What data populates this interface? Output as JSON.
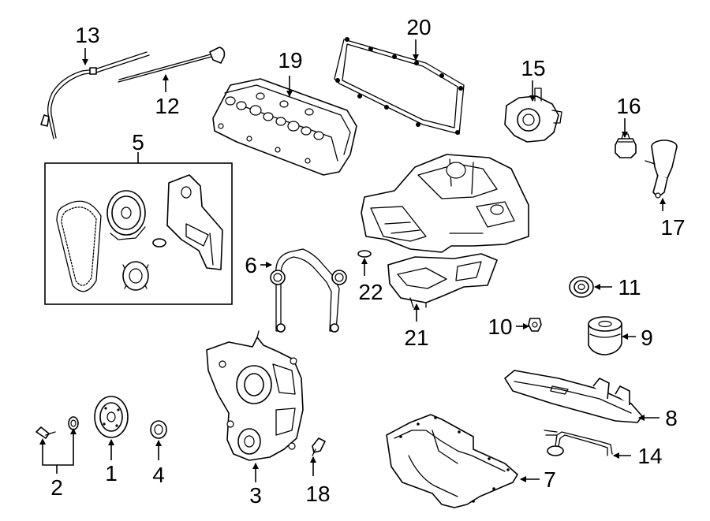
{
  "diagram": {
    "callouts": [
      {
        "id": "1",
        "text": "1"
      },
      {
        "id": "2",
        "text": "2"
      },
      {
        "id": "3",
        "text": "3"
      },
      {
        "id": "4",
        "text": "4"
      },
      {
        "id": "5",
        "text": "5"
      },
      {
        "id": "6",
        "text": "6"
      },
      {
        "id": "7",
        "text": "7"
      },
      {
        "id": "8",
        "text": "8"
      },
      {
        "id": "9",
        "text": "9"
      },
      {
        "id": "10",
        "text": "10"
      },
      {
        "id": "11",
        "text": "11"
      },
      {
        "id": "12",
        "text": "12"
      },
      {
        "id": "13",
        "text": "13"
      },
      {
        "id": "14",
        "text": "14"
      },
      {
        "id": "15",
        "text": "15"
      },
      {
        "id": "16",
        "text": "16"
      },
      {
        "id": "17",
        "text": "17"
      },
      {
        "id": "18",
        "text": "18"
      },
      {
        "id": "19",
        "text": "19"
      },
      {
        "id": "20",
        "text": "20"
      },
      {
        "id": "21",
        "text": "21"
      },
      {
        "id": "22",
        "text": "22"
      }
    ]
  }
}
